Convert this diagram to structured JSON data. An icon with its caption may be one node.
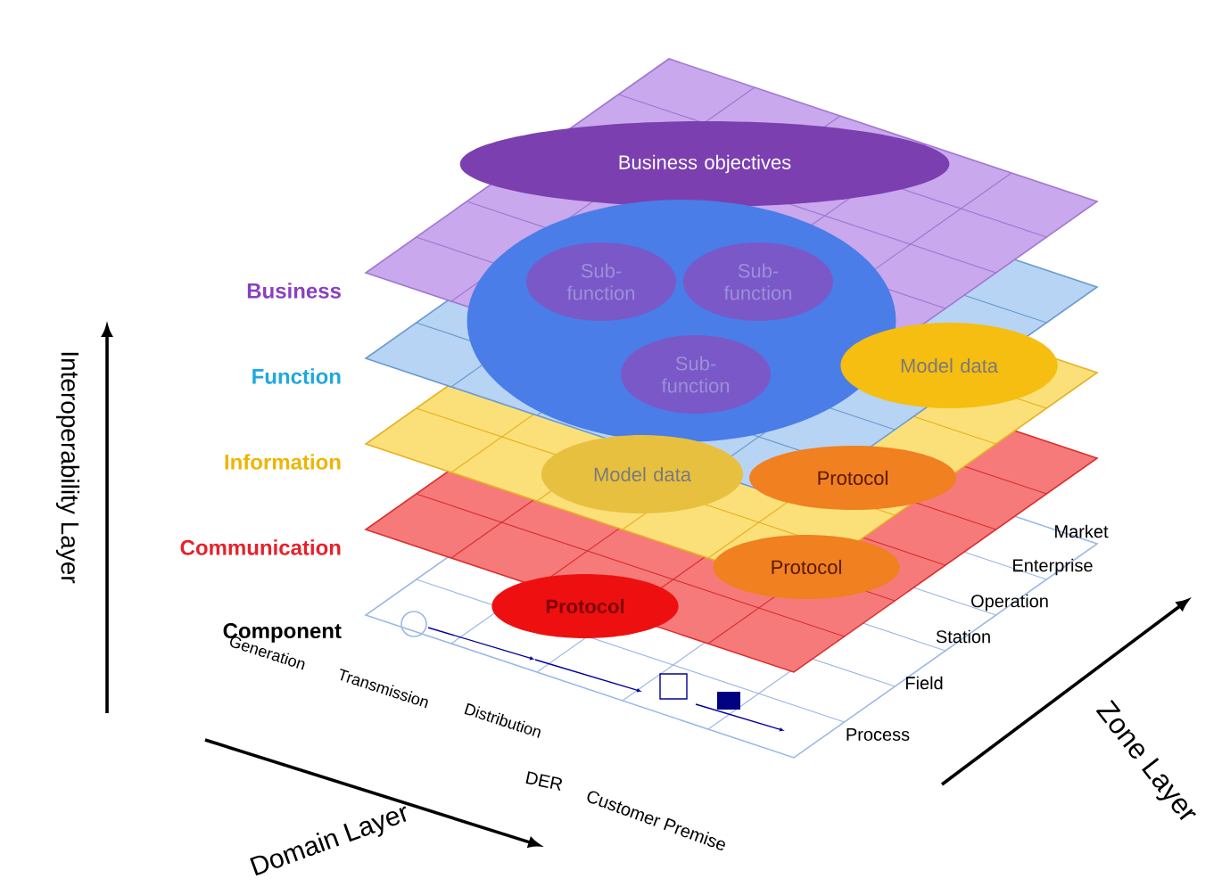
{
  "diagram": {
    "nodes": [
      {
        "text": [
          "Business"
        ]
      },
      {
        "text": [
          "Business objectives"
        ]
      },
      {
        "text": [
          "Function"
        ]
      },
      {
        "text": [],
        "shape": "circle"
      },
      {
        "text": [
          "Sub-function"
        ],
        "in": 3
      },
      {
        "text": [
          "Sub-function"
        ],
        "in": 3
      },
      {
        "text": [
          "Sub-function"
        ],
        "in": 3
      },
      {
        "text": [
          "Information"
        ]
      },
      {
        "text": [
          "Model data"
        ]
      },
      {
        "text": [
          "Model data"
        ]
      },
      {
        "text": [
          "Communication"
        ]
      },
      {
        "text": [
          "Protocol"
        ]
      },
      {
        "text": [
          "Protocol"
        ]
      },
      {
        "text": [
          "Protocol"
        ]
      },
      {
        "text": [
          "Component"
        ]
      }
    ],
    "labels": [
      "Interoperability Layer",
      "Market",
      "Enterprise",
      "Operation",
      "Station",
      "Field",
      "Process",
      "Zone Layer",
      "Generation",
      "Transmission",
      "Distribution",
      "DER",
      "Customer Premise",
      "Domain Layer"
    ]
  }
}
